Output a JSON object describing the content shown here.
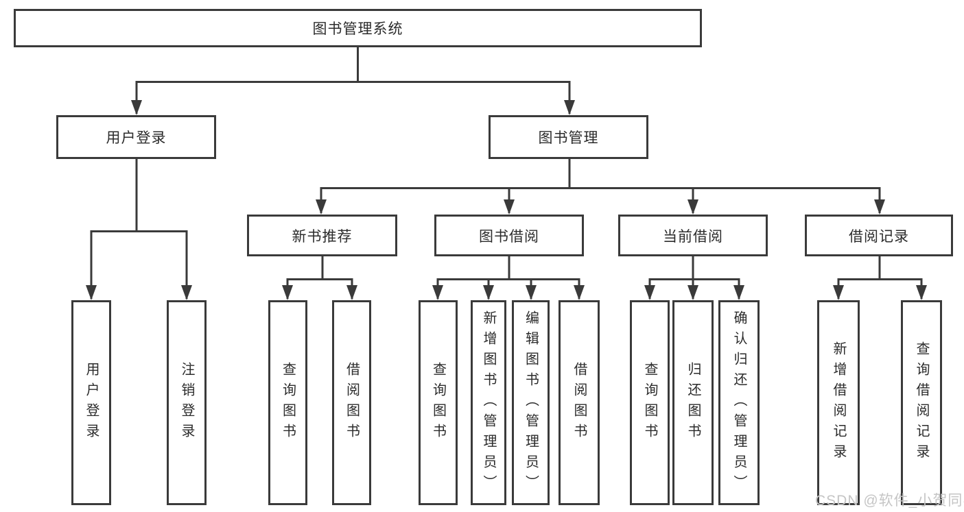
{
  "nodes": {
    "root": "图书管理系统",
    "user_login": "用户登录",
    "book_management": "图书管理",
    "new_book_recommend": "新书推荐",
    "book_borrow": "图书借阅",
    "current_borrow": "当前借阅",
    "borrow_records": "借阅记录",
    "leaf_user_login": "用户登录",
    "leaf_logout": "注销登录",
    "leaf_query_book_a": "查询图书",
    "leaf_borrow_book_a": "借阅图书",
    "leaf_query_book_b": "查询图书",
    "leaf_add_book_admin": "新增图书（管理员）",
    "leaf_edit_book_admin": "编辑图书（管理员）",
    "leaf_borrow_book_b": "借阅图书",
    "leaf_query_book_c": "查询图书",
    "leaf_return_book": "归还图书",
    "leaf_confirm_return_admin": "确认归还（管理员）",
    "leaf_add_borrow_record": "新增借阅记录",
    "leaf_query_borrow_record": "查询借阅记录"
  },
  "structure": {
    "图书管理系统": [
      "用户登录",
      "图书管理"
    ],
    "用户登录": [
      "用户登录",
      "注销登录"
    ],
    "图书管理": [
      "新书推荐",
      "图书借阅",
      "当前借阅",
      "借阅记录"
    ],
    "新书推荐": [
      "查询图书",
      "借阅图书"
    ],
    "图书借阅": [
      "查询图书",
      "新增图书（管理员）",
      "编辑图书（管理员）",
      "借阅图书"
    ],
    "当前借阅": [
      "查询图书",
      "归还图书",
      "确认归还（管理员）"
    ],
    "借阅记录": [
      "新增借阅记录",
      "查询借阅记录"
    ]
  },
  "watermark": "CSDN @软件_小贺同学",
  "colors": {
    "line": "#3a3a3a",
    "text": "#2b2b2b",
    "watermark": "#c5c5c5",
    "background": "#ffffff"
  }
}
